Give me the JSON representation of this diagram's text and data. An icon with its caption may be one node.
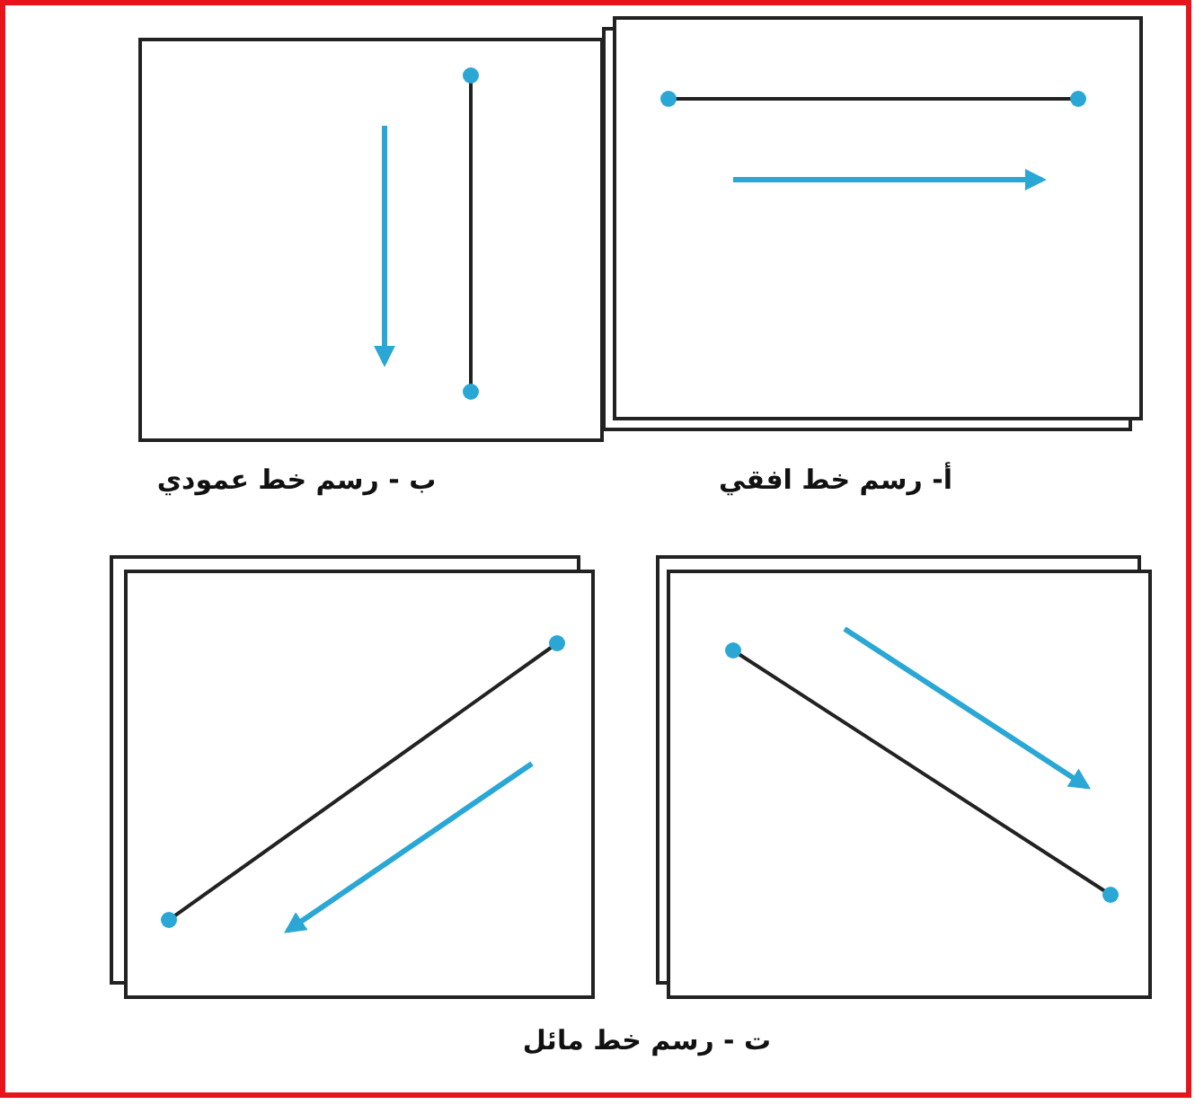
{
  "diagram": {
    "labels": [
      "ب - رسم خط عمودي",
      "أ- رسم خط افقي",
      "ت - رسم خط مائل"
    ]
  }
}
